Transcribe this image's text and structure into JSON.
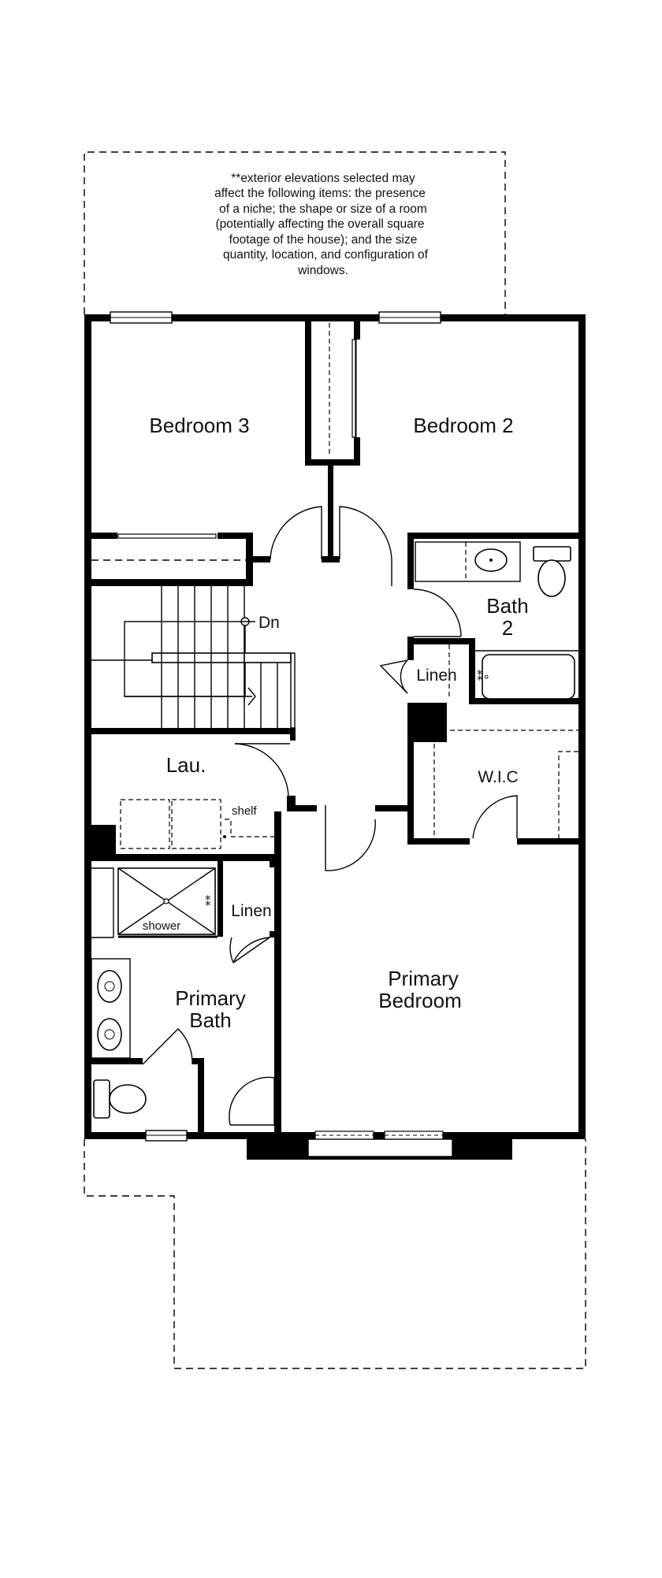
{
  "note": {
    "lines": [
      "**exterior elevations selected may",
      "affect the following items: the presence",
      "of a niche; the shape or size of a room",
      "(potentially affecting the overall square",
      "footage of the house); and the size",
      "quantity, location, and configuration of",
      "windows."
    ]
  },
  "rooms": {
    "bedroom3": "Bedroom 3",
    "bedroom2": "Bedroom 2",
    "bath2_line1": "Bath",
    "bath2_line2": "2",
    "linen_upper": "Linen",
    "laundry": "Lau.",
    "shelf": "shelf",
    "wic": "W.I.C",
    "shower": "shower",
    "linen_lower": "Linen",
    "primary_bath_line1": "Primary",
    "primary_bath_line2": "Bath",
    "primary_bedroom_line1": "Primary",
    "primary_bedroom_line2": "Bedroom"
  },
  "stairs": {
    "direction_label": "Dn"
  }
}
